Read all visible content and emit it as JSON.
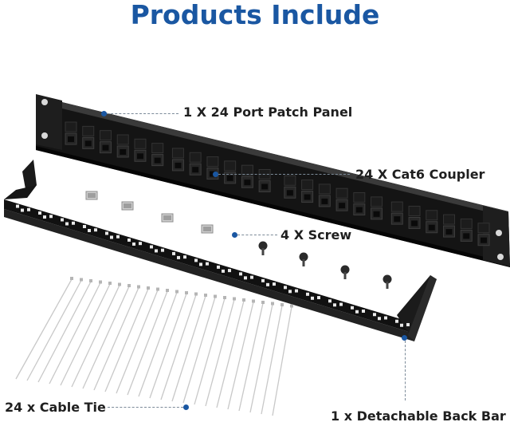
{
  "title": "Products Include",
  "labels": {
    "patch_panel": "1 X 24 Port Patch Panel",
    "coupler": "24 X Cat6 Coupler",
    "screw": "4 X Screw",
    "cable_tie": "24 x Cable Tie",
    "back_bar": "1 x Detachable Back Bar"
  },
  "colors": {
    "title": "#1a57a2",
    "label_text": "#1f1f1f",
    "pointer_dot": "#1a57a2",
    "panel_body": "#141414"
  },
  "counts": {
    "panel_ports": 24,
    "couplers": 4,
    "screws": 4,
    "cable_ties": 24
  }
}
